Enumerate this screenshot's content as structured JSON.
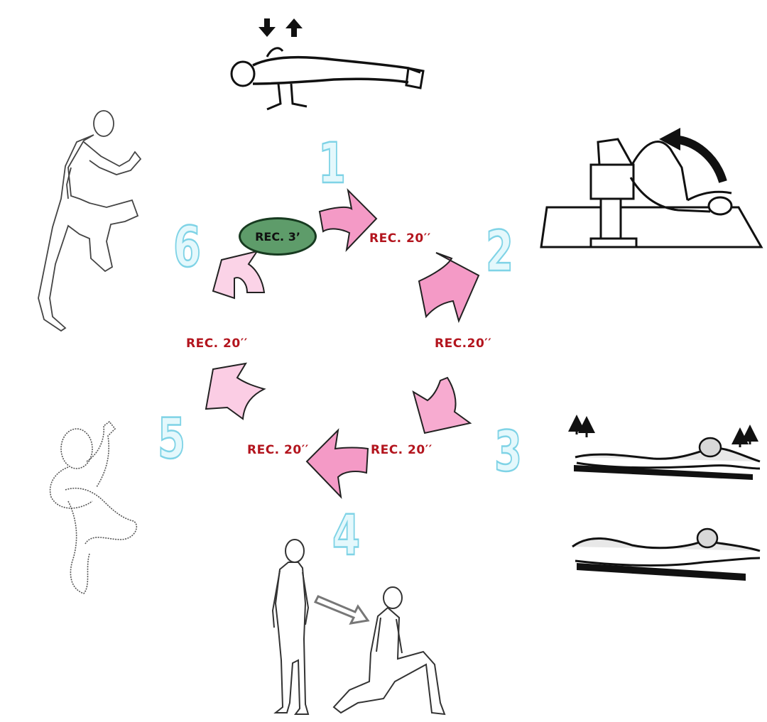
{
  "center_label": "REC. 3’",
  "stations": [
    {
      "number": "1",
      "exercise_icon": "push-up-icon"
    },
    {
      "number": "2",
      "exercise_icon": "sit-up-icon"
    },
    {
      "number": "3",
      "exercise_icon": "prone-back-extension-icon"
    },
    {
      "number": "4",
      "exercise_icon": "lunge-icon"
    },
    {
      "number": "5",
      "exercise_icon": "tuck-jump-icon"
    },
    {
      "number": "6",
      "exercise_icon": "high-knees-run-icon"
    }
  ],
  "rest_labels": {
    "r1": "REC. 20′′",
    "r2": "REC.20′′",
    "r3": "REC. 20′′",
    "r4": "REC. 20′′",
    "r5": "REC. 20′′"
  },
  "colors": {
    "number_fill": "#e4f8fc",
    "number_outline": "#7fd3e6",
    "rest_text": "#b3151e",
    "arrow_dark": "#f28fc0",
    "arrow_light": "#fbd3e7",
    "badge_fill": "#5e9c6a"
  }
}
